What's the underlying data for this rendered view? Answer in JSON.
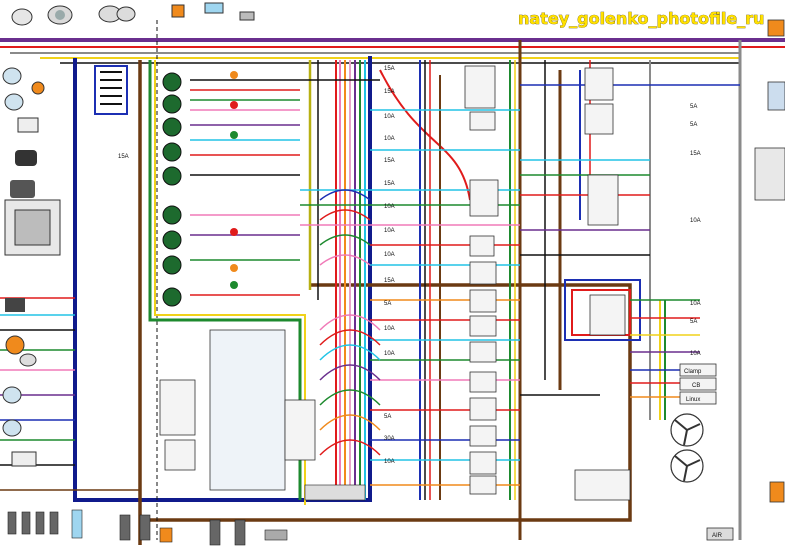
{
  "watermark": "natey_golenko_photofile_ru",
  "fuse_labels": [
    "15A",
    "15A",
    "10A",
    "10A",
    "15A",
    "15A",
    "10A",
    "10A",
    "10A",
    "15A",
    "5A",
    "10A",
    "10A",
    "30A",
    "5A",
    "10A",
    "15A"
  ],
  "right_fuse_labels": [
    "10A",
    "5A",
    "10A"
  ],
  "right_fuse_upper": [
    "5A",
    "5A",
    "15A",
    "10A"
  ],
  "switch_labels": [
    "Clamp",
    "CB",
    "Linux"
  ],
  "air_label": "AIR",
  "wire_colors": {
    "red": "#e01b1b",
    "blue": "#1c2fb3",
    "navy": "#101a8c",
    "purple": "#6a2f8e",
    "green": "#1d8a2e",
    "yellow": "#f0d21a",
    "olive": "#b7b012",
    "brown": "#6b3a12",
    "black": "#111111",
    "pink": "#f07ab8",
    "cyan": "#22c4e6",
    "orange": "#f08a1c",
    "gray": "#8a8a8a",
    "lightgray": "#c8c8c8",
    "lime": "#7ad13a"
  }
}
